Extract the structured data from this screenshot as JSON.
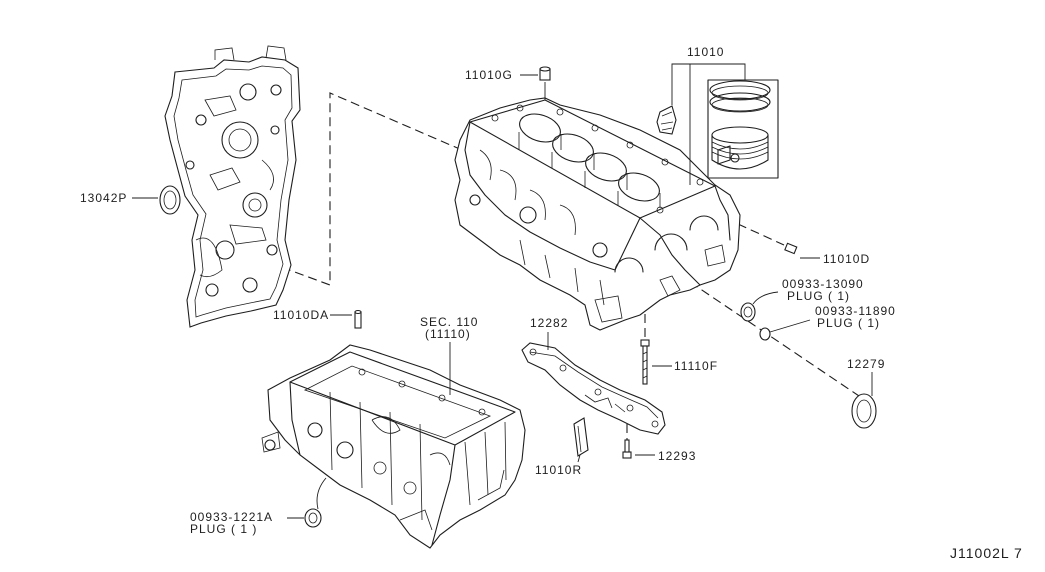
{
  "callouts": {
    "l_11010": "11010",
    "l_11010G": "11010G",
    "l_13042P": "13042P",
    "l_11010D": "11010D",
    "l_00933_13090": "00933-13090",
    "l_00933_13090_qty": "PLUG ( 1)",
    "l_00933_11890": "00933-11890",
    "l_00933_11890_qty": "PLUG ( 1)",
    "l_12279": "12279",
    "l_11110F": "11110F",
    "l_12282": "12282",
    "l_12293": "12293",
    "l_11010R": "11010R",
    "l_sec": "SEC. 110",
    "l_sec_part": "(11110)",
    "l_11010DA": "11010DA",
    "l_00933_1221A": "00933-1221A",
    "l_00933_1221A_qty": "PLUG ( 1 )"
  },
  "diagram_code": "J11002L 7"
}
